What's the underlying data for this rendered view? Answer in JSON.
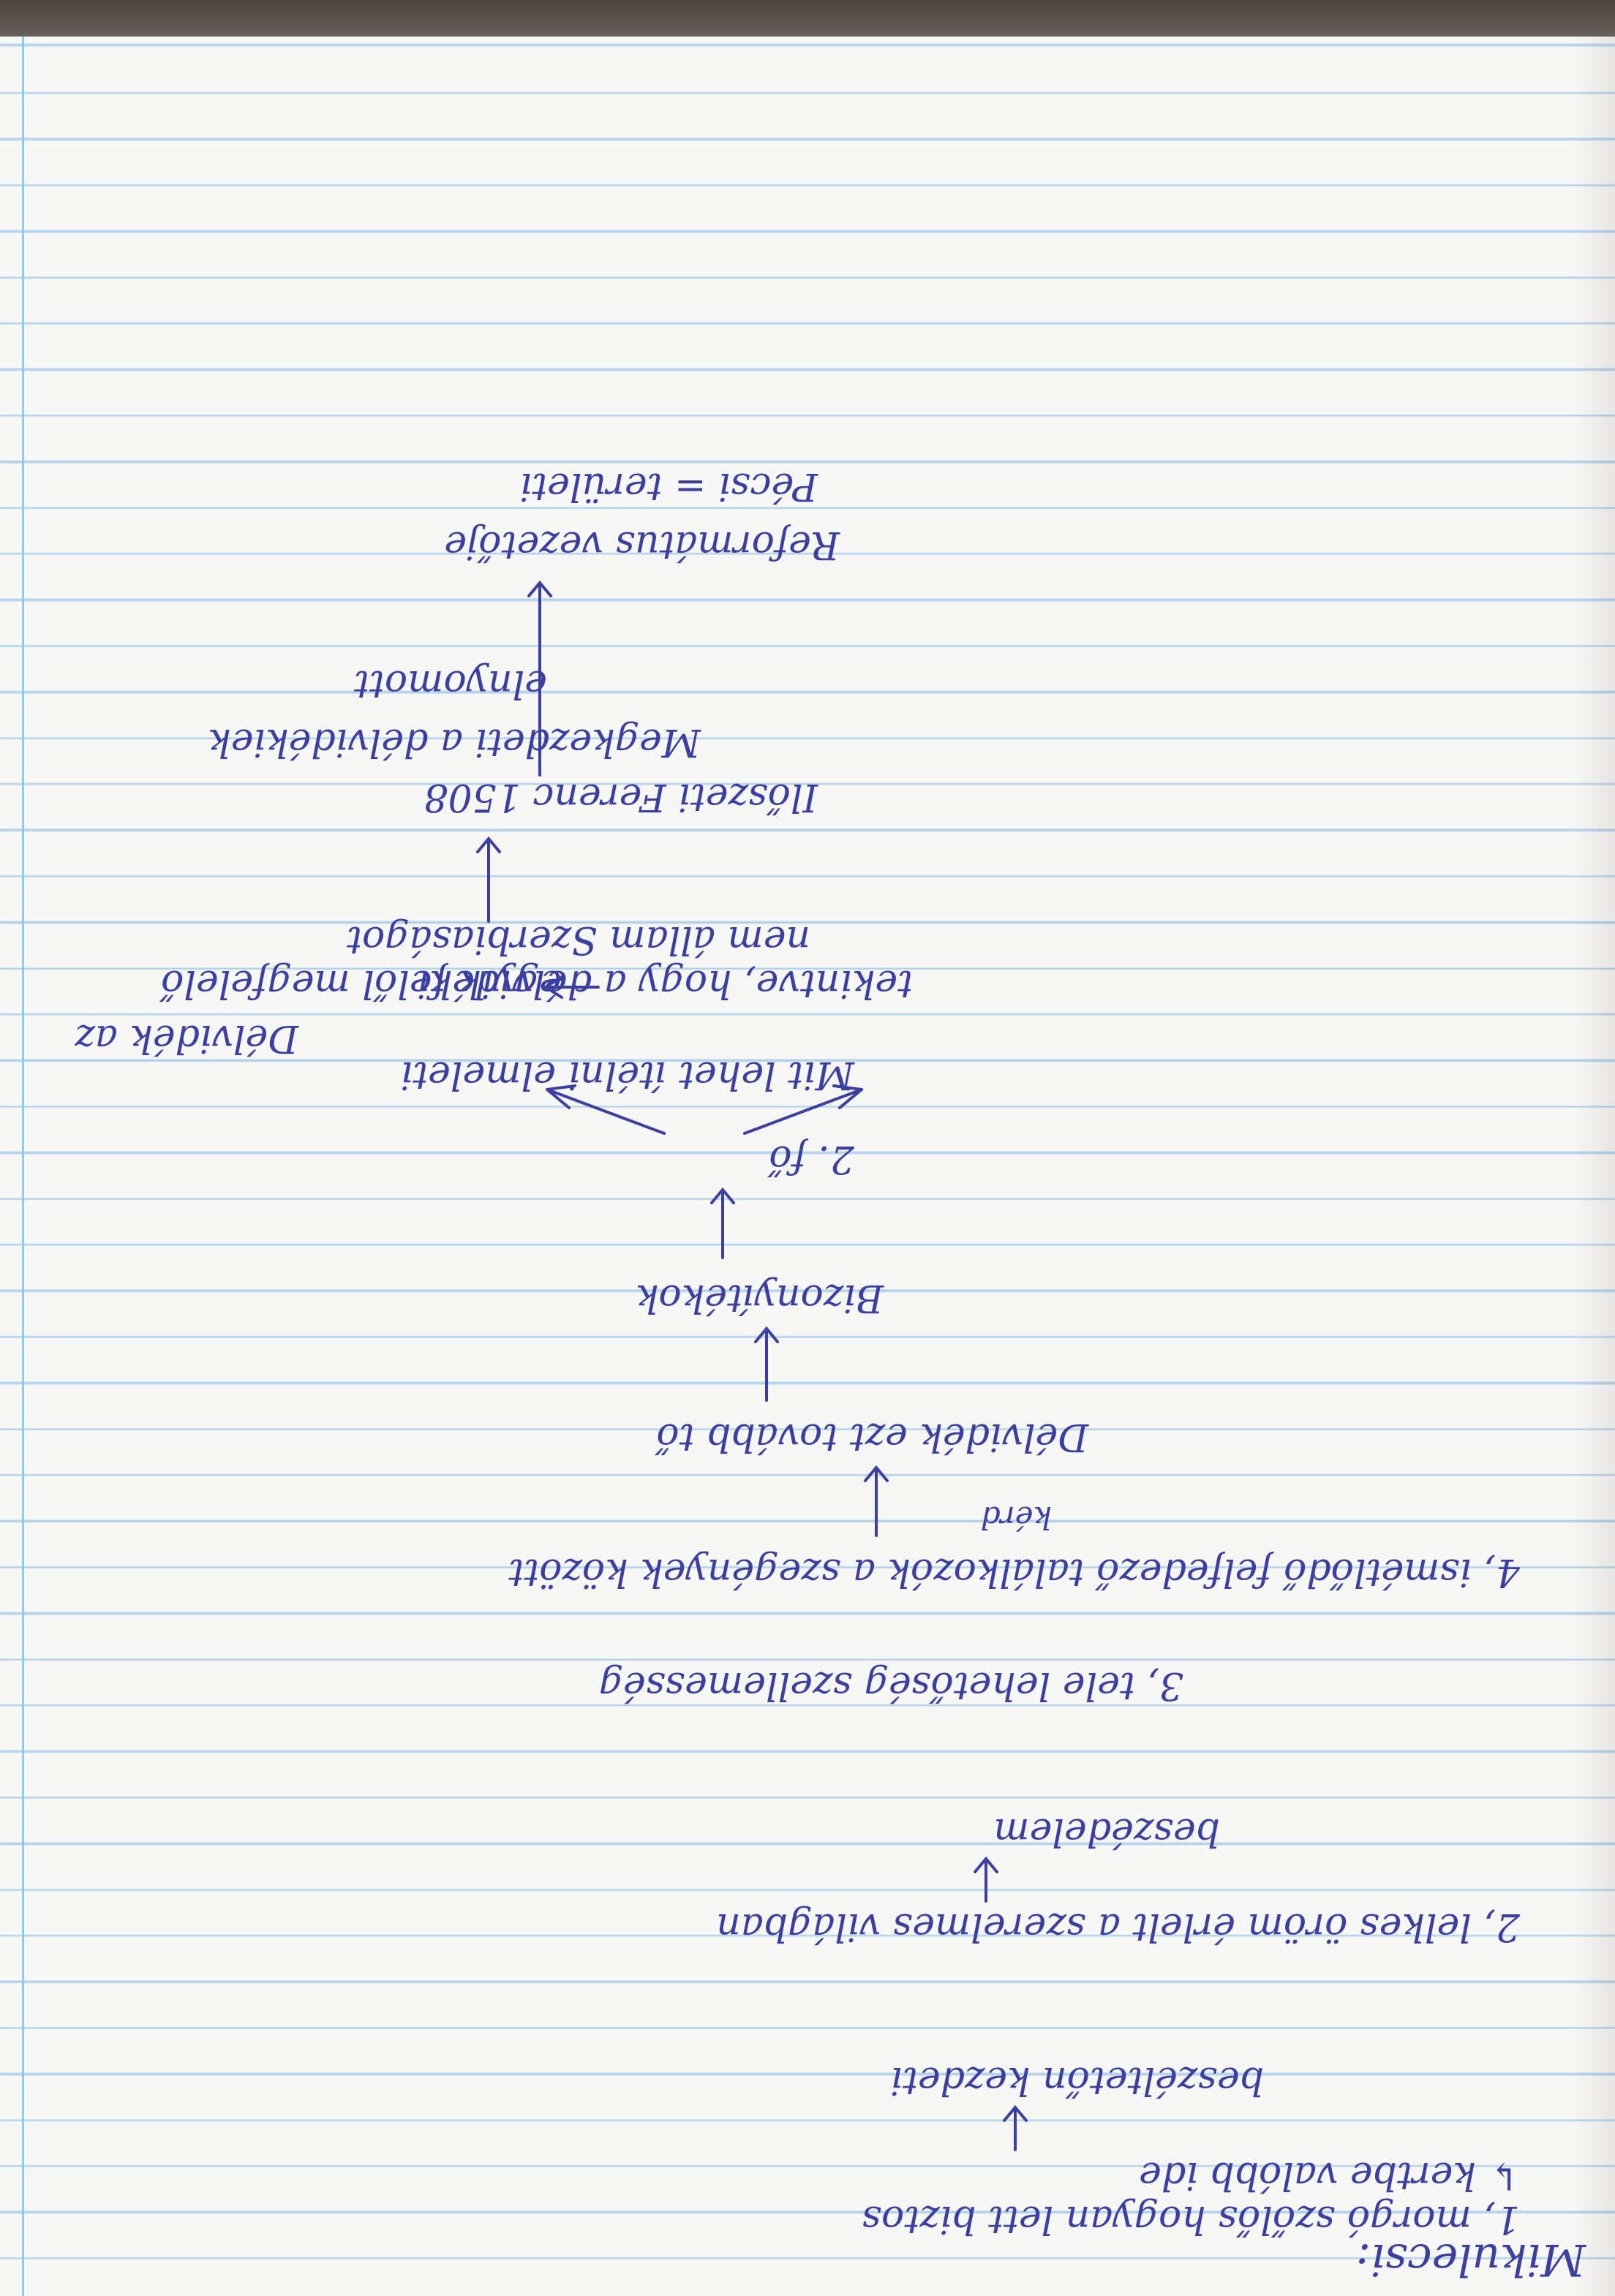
{
  "page": {
    "title": "Mikulecsi:",
    "lines": {
      "l1": "1, morgó szőlős hogyan lett biztos",
      "l1b": "↳ kertbe valóbb ide",
      "l2": "beszéltetőn kezdeti",
      "l3": "2, lelkes öröm érlelt a szerelmes világban",
      "l3b": "beszédelem",
      "l4": "3, tele lehetőség szellemesség",
      "l5": "4, ismétlődő felfedező találkozók a szegények között",
      "l5b": "kérd",
      "l6": "Délvidék ezt tovább tő",
      "l7": "Bizonyítékok",
      "l8": "2. fő",
      "l9": "Mit lehet ítélni elmeleti",
      "l10": "Délvidék az",
      "l11": "egyik felől megfelelő",
      "l12": "tekintve, hogy a délvidéki",
      "l13": "nem állam Szerbiaságot",
      "l14": "Ilőszeti Ferenc 1508",
      "l15": "Megkezdeti a délvidékiek",
      "l16": "elnyomott",
      "l17": "Református vezetője",
      "l18": "Pécsi = területi"
    }
  }
}
